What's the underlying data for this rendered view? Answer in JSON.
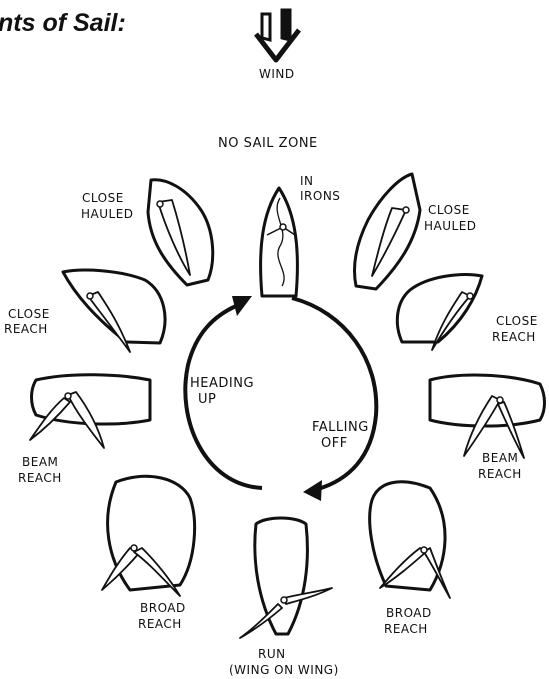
{
  "title": "nts of Sail:",
  "wind_label": "WIND",
  "no_sail_zone": "NO SAIL ZONE",
  "in_irons": [
    "IN",
    "IRONS"
  ],
  "close_hauled_left": [
    "CLOSE",
    "HAULED"
  ],
  "close_hauled_right": [
    "CLOSE",
    "HAULED"
  ],
  "close_reach_left": [
    "CLOSE",
    "REACH"
  ],
  "close_reach_right": [
    "CLOSE",
    "REACH"
  ],
  "beam_reach_left": [
    "BEAM",
    "REACH"
  ],
  "beam_reach_right": [
    "BEAM",
    "REACH"
  ],
  "broad_reach_left": [
    "BROAD",
    "REACH"
  ],
  "broad_reach_right": [
    "BROAD",
    "REACH"
  ],
  "run": [
    "RUN",
    "(WING ON WING)"
  ],
  "heading_up": [
    "HEADING",
    "UP"
  ],
  "falling_off": [
    "FALLING",
    "OFF"
  ],
  "icons": {
    "wind": "wind-arrow-icon"
  }
}
